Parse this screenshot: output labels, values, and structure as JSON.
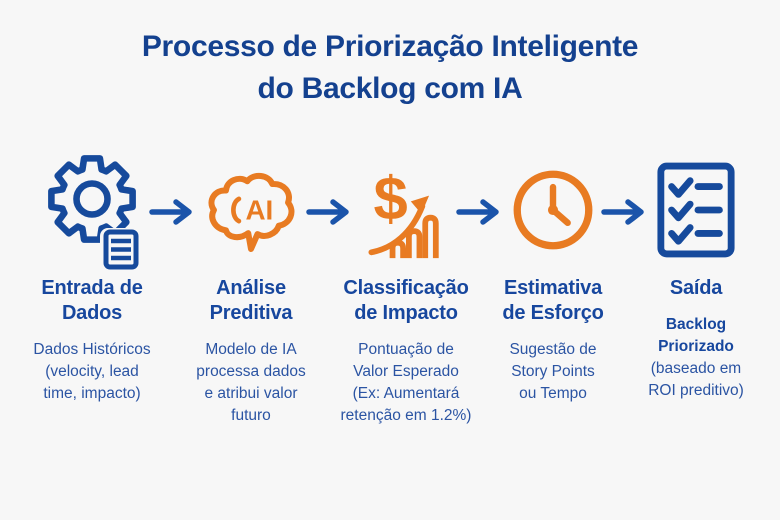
{
  "title": {
    "line1": "Processo de Priorização Inteligente",
    "line2": "do Backlog com IA"
  },
  "colors": {
    "background": "#f7f7f7",
    "title": "#14418f",
    "heading": "#17479e",
    "body": "#2b54a3",
    "icon_blue": "#164a9c",
    "icon_orange": "#e87b22",
    "arrow": "#1b54aa"
  },
  "icons": {
    "step1": "gear-with-data-stack",
    "step2": "ai-brain",
    "step3": "dollar-growth-chart",
    "step4": "clock",
    "step5": "checklist-document",
    "connector": "right-arrow"
  },
  "ai_label": "AI",
  "dollar_symbol": "$",
  "steps": [
    {
      "label": [
        "Entrada de",
        "Dados"
      ],
      "desc": [
        "Dados Históricos",
        "(velocity, lead",
        "time, impacto)"
      ]
    },
    {
      "label": [
        "Análise",
        "Preditiva"
      ],
      "desc": [
        "Modelo de IA",
        "processa dados",
        "e atribui valor",
        "futuro"
      ]
    },
    {
      "label": [
        "Classificação",
        "de Impacto"
      ],
      "desc": [
        "Pontuação de",
        "Valor Esperado",
        "(Ex: Aumentará",
        "retenção em 1.2%)"
      ]
    },
    {
      "label": [
        "Estimativa",
        "de Esforço"
      ],
      "desc": [
        "Sugestão de",
        "Story Points",
        "ou Tempo"
      ]
    },
    {
      "label": [
        "Saída"
      ],
      "desc_bold": [
        "Backlog",
        "Priorizado"
      ],
      "desc": [
        "(baseado em",
        "ROI preditivo)"
      ]
    }
  ]
}
